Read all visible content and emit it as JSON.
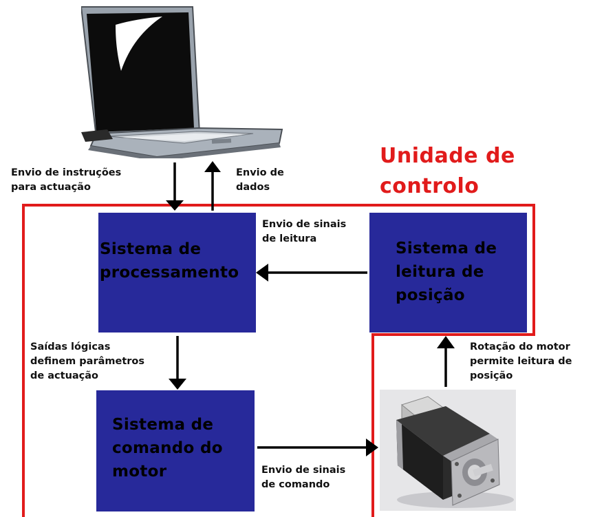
{
  "unit_title": "Unidade de\ncontrolo",
  "colors": {
    "boundary": "#e11b1b",
    "box_fill": "#27299a",
    "arrow": "#000000"
  },
  "boxes": {
    "processing": "Sistema de\nprocessamento",
    "position_reading": "Sistema de\nleitura de\nposição",
    "motor_command": "Sistema de\ncomando do\nmotor"
  },
  "labels": {
    "send_instructions": "Envio de instruções\npara actuação",
    "send_data": "Envio de\ndados",
    "send_read_signals": "Envio de sinais\nde leitura",
    "logic_outputs": "Saídas lógicas\ndefinem parâmetros\nde actuação",
    "motor_rotation": "Rotação do motor\npermite leitura de\nposição",
    "send_command_signals": "Envio de sinais\nde comando"
  },
  "images": {
    "computer": "laptop-icon",
    "motor": "stepper-motor-icon"
  }
}
